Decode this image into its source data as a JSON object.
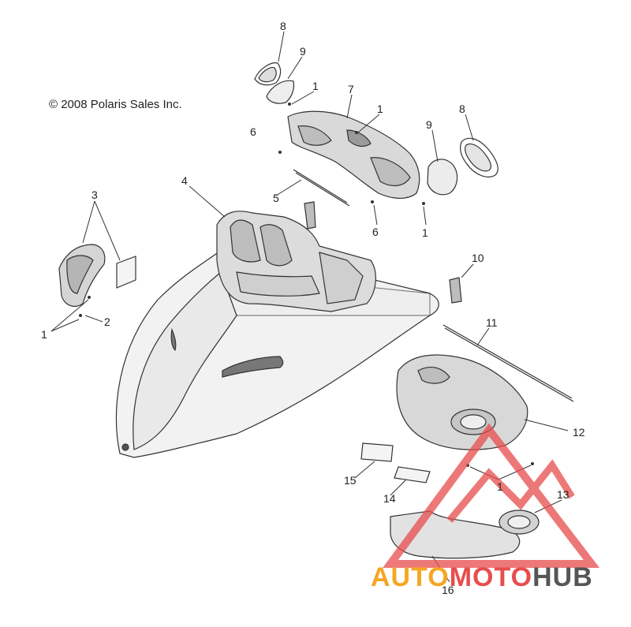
{
  "copyright": "© 2008 Polaris Sales Inc.",
  "watermark": {
    "part_auto": "AUTO",
    "part_moto": "MOTO",
    "part_hub": "HUB",
    "colors": {
      "auto": "#f5a623",
      "moto": "#e84c4c",
      "hub": "#555555",
      "logo": "#e84c4c"
    }
  },
  "callouts": [
    "8",
    "9",
    "1",
    "7",
    "1",
    "6",
    "4",
    "5",
    "3",
    "6",
    "1",
    "9",
    "8",
    "10",
    "11",
    "2",
    "1",
    "12",
    "15",
    "14",
    "1",
    "13",
    "16"
  ]
}
